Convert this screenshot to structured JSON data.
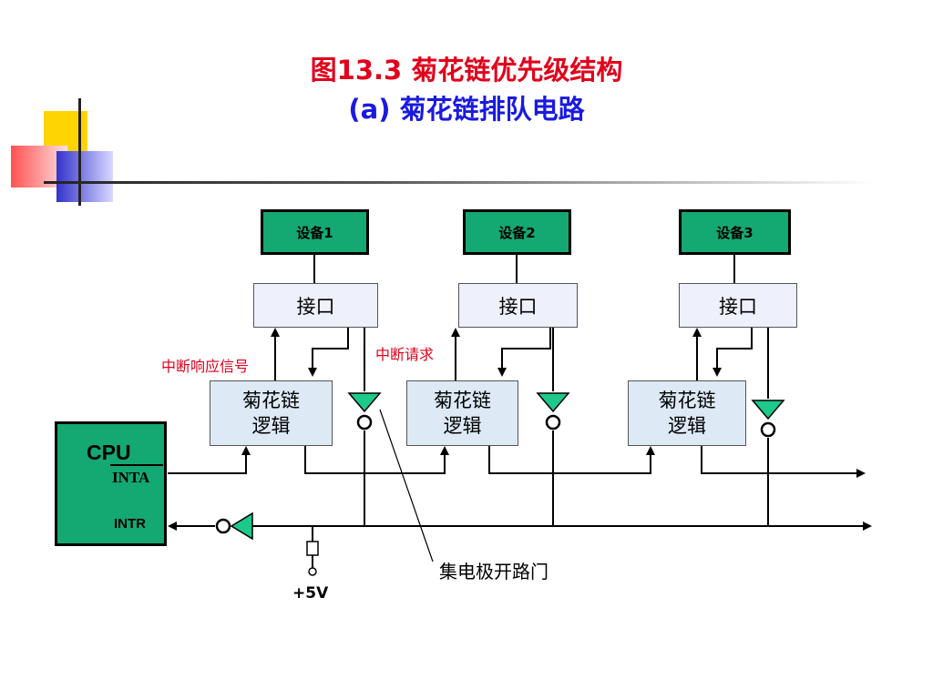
{
  "title": {
    "line1": "图13.3 菊花链优先级结构",
    "line2": "(a) 菊花链排队电路"
  },
  "devices": [
    "设备1",
    "设备2",
    "设备3"
  ],
  "interfaces": [
    "接口",
    "接口",
    "接口"
  ],
  "logic_blocks": [
    {
      "line1": "菊花链",
      "line2": "逻辑"
    },
    {
      "line1": "菊花链",
      "line2": "逻辑"
    },
    {
      "line1": "菊花链",
      "line2": "逻辑"
    }
  ],
  "cpu": {
    "label": "CPU",
    "inta": "INTA",
    "intr": "INTR"
  },
  "labels": {
    "interrupt_ack": "中断响应信号",
    "interrupt_request": "中断请求",
    "open_collector": "集电极开路门",
    "vcc": "+5V"
  },
  "colors": {
    "title_red": "#e0001b",
    "title_blue": "#1a1ae0",
    "device_green": "#14a873",
    "gate_fill": "#1dc98a"
  }
}
